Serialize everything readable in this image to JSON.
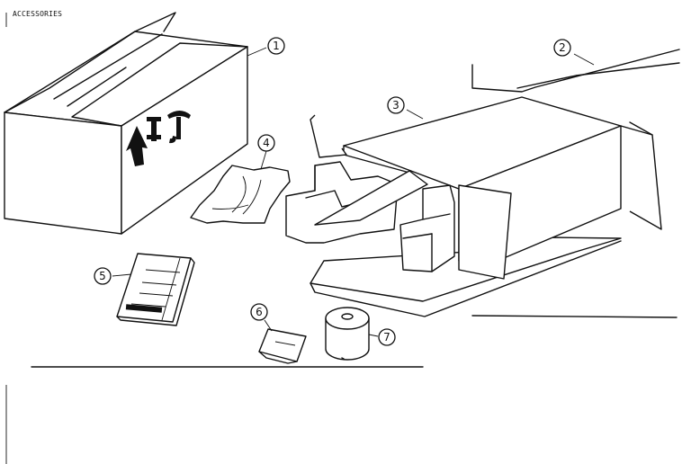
{
  "title": "ACCESSORIES",
  "callouts": [
    {
      "id": "box",
      "num": "1"
    },
    {
      "id": "frame",
      "num": "2"
    },
    {
      "id": "packing-sleeve",
      "num": "3"
    },
    {
      "id": "bag",
      "num": "4"
    },
    {
      "id": "manual",
      "num": "5"
    },
    {
      "id": "packet",
      "num": "6"
    },
    {
      "id": "paper-roll",
      "num": "7"
    }
  ],
  "colors": {
    "line": "#111111",
    "background": "#ffffff"
  }
}
